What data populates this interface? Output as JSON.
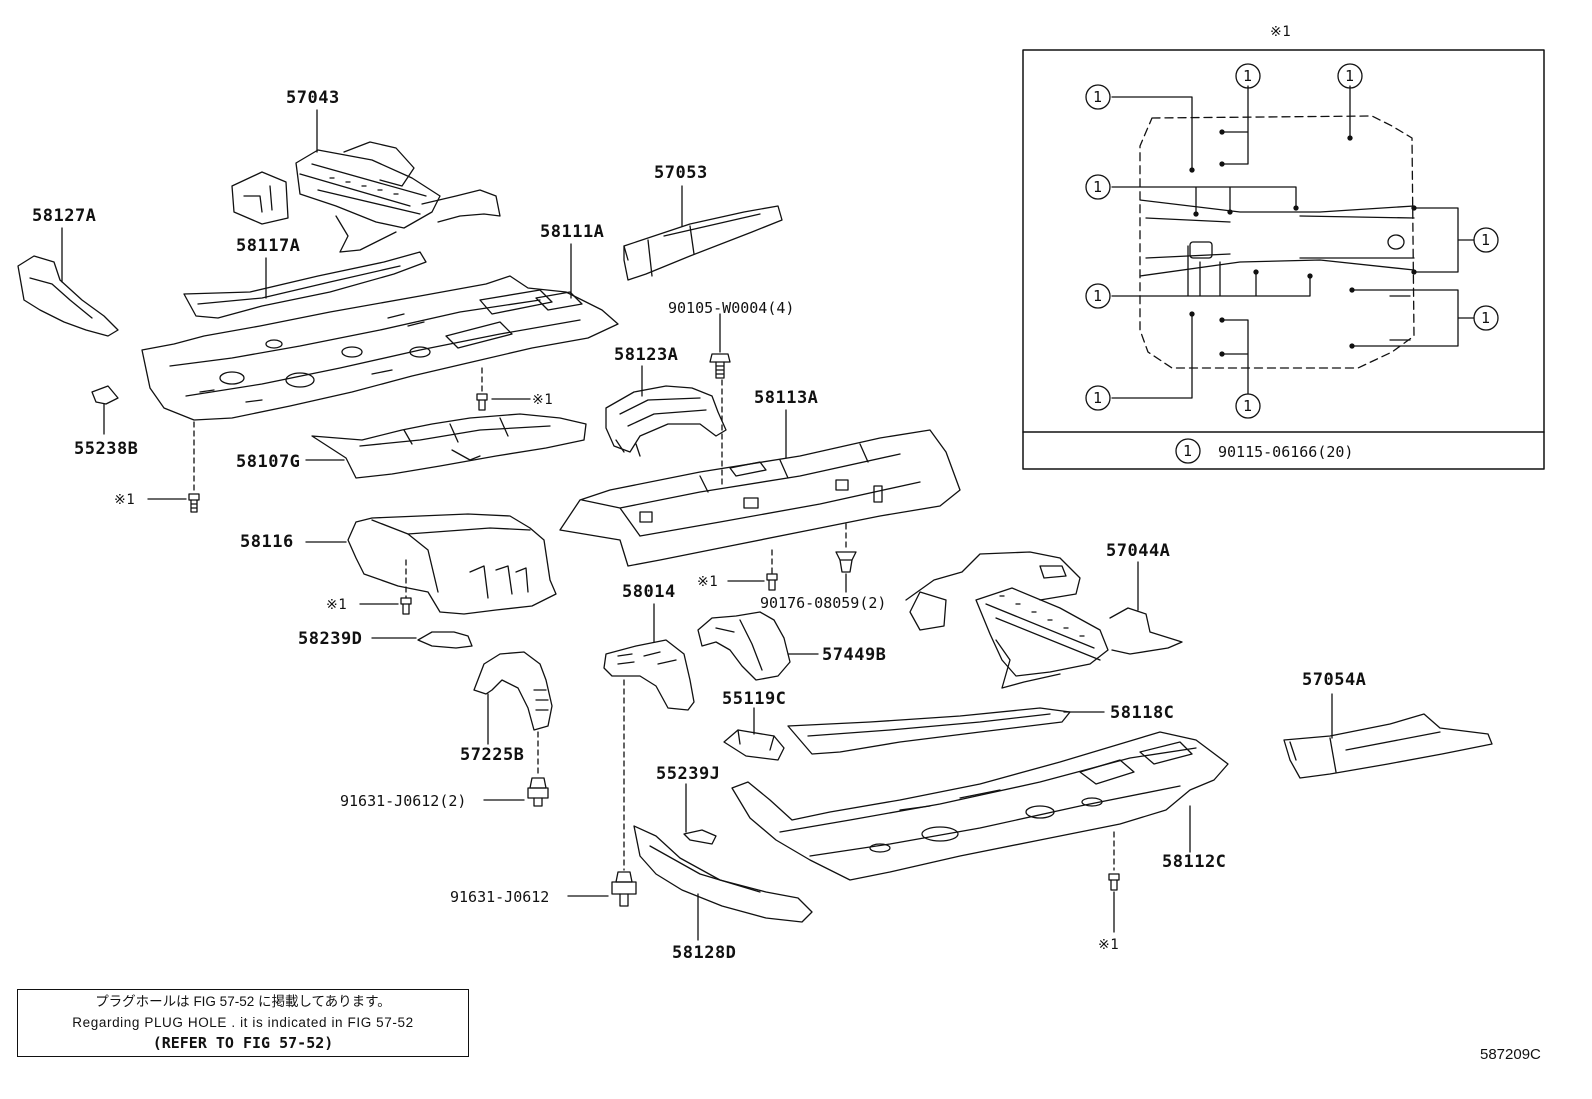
{
  "diagram": {
    "figure_id": "587209C",
    "note": {
      "jp": "プラグホールは FIG 57-52 に掲載してあります。",
      "en": "Regarding PLUG HOLE . it is indicated in FIG 57-52",
      "ref": "(REFER TO FIG 57-52)"
    },
    "inset": {
      "marker": "※1",
      "circle_number": "1",
      "legend_part": "90115-06166(20)"
    },
    "parts": {
      "p57043": "57043",
      "p57053": "57053",
      "p58127A": "58127A",
      "p58117A": "58117A",
      "p58111A": "58111A",
      "p90105": "90105-W0004(4)",
      "p58123A": "58123A",
      "p58113A": "58113A",
      "p55238B": "55238B",
      "p58107G": "58107G",
      "p58116": "58116",
      "p58239D": "58239D",
      "p58014": "58014",
      "p57449B": "57449B",
      "p57044A": "57044A",
      "p90176": "90176-08059(2)",
      "p57225B": "57225B",
      "p55119C": "55119C",
      "p58118C": "58118C",
      "p57054A": "57054A",
      "p91631a": "91631-J0612(2)",
      "p55239J": "55239J",
      "p91631b": "91631-J0612",
      "p58112C": "58112C",
      "p58128D": "58128D"
    },
    "markers": {
      "m1": "※1",
      "m2": "※1",
      "m3": "※1",
      "m4": "※1",
      "m5": "※1"
    }
  }
}
